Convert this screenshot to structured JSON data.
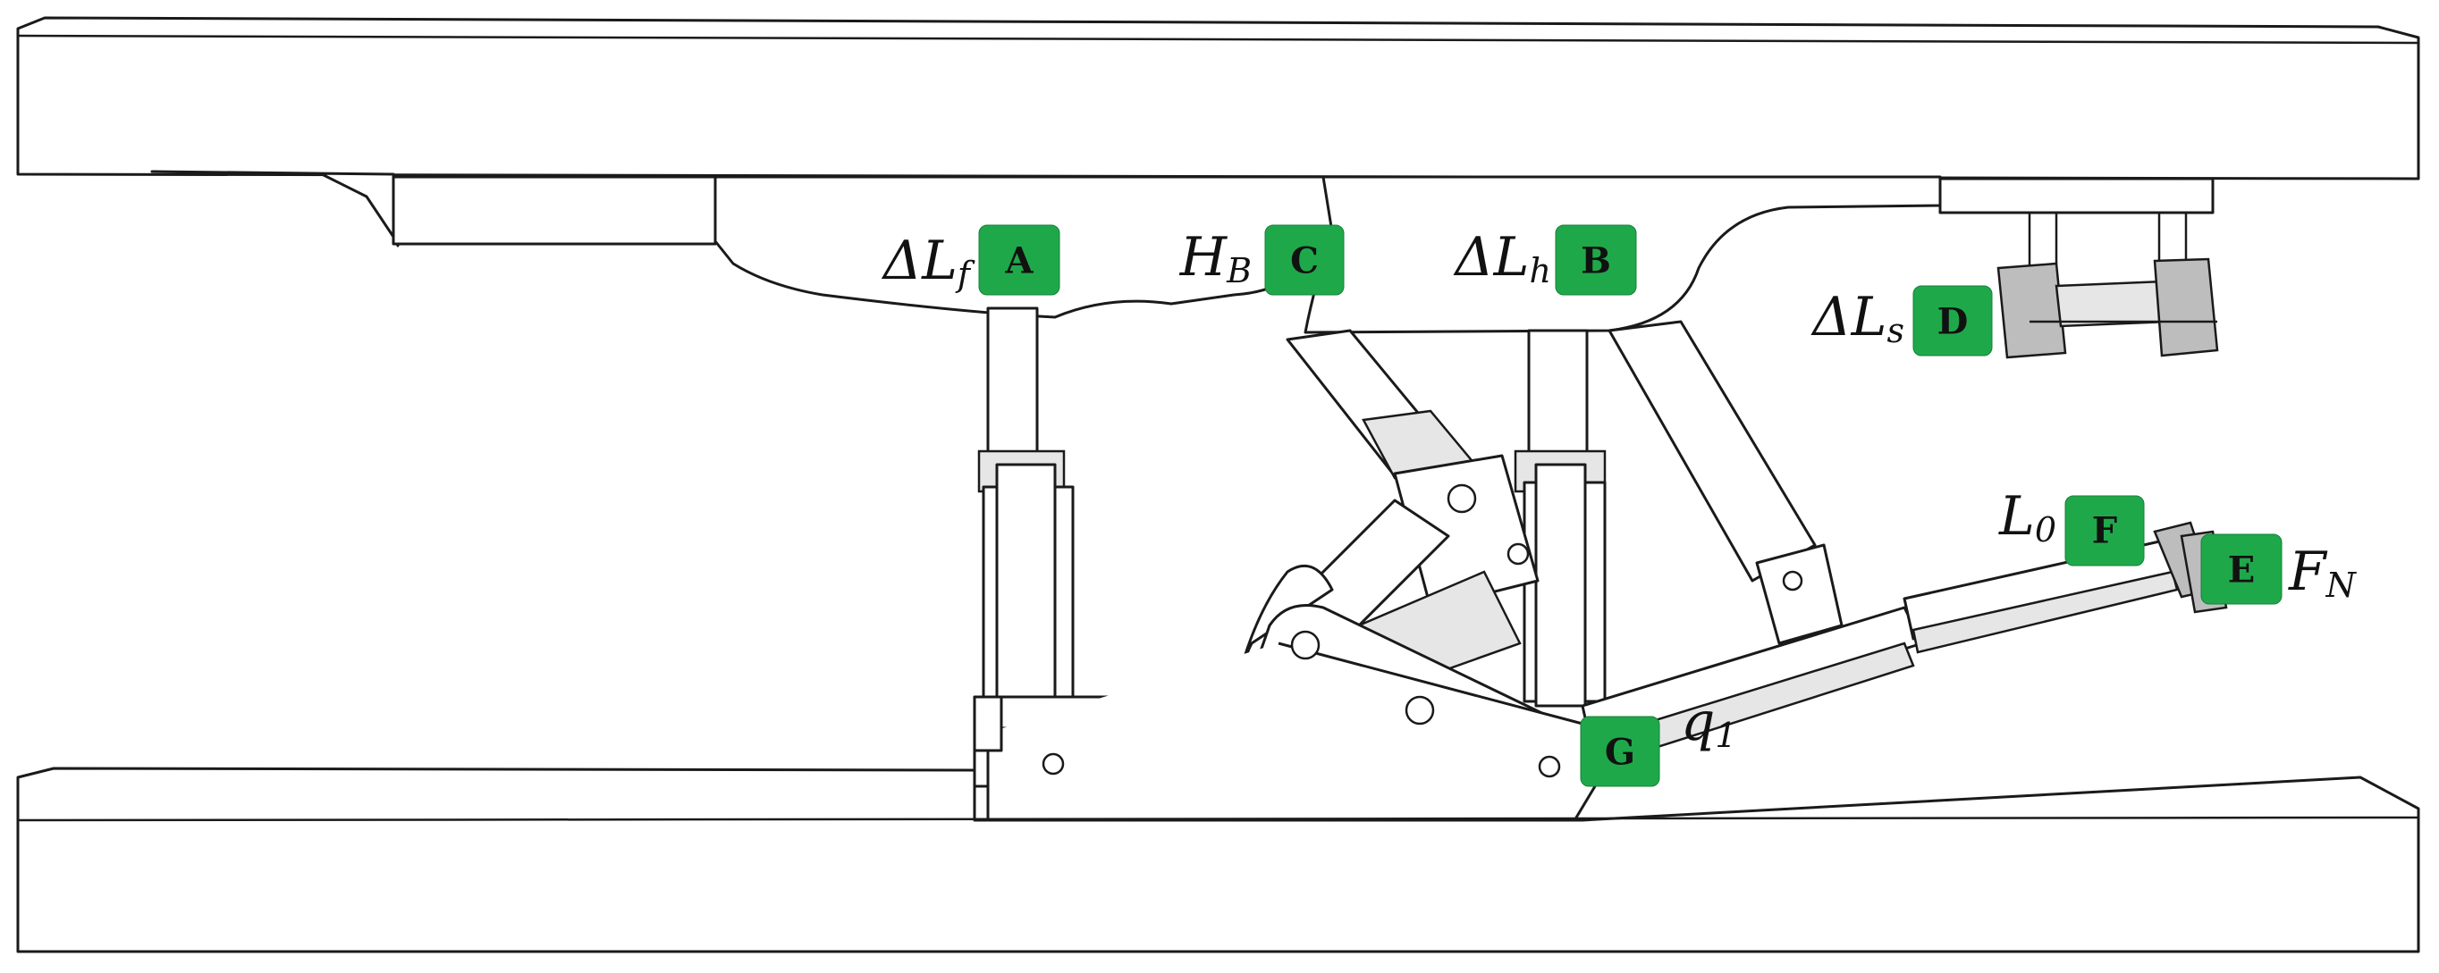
{
  "labels": {
    "A": {
      "badge": "A",
      "var": "ΔL",
      "sub": "f"
    },
    "B": {
      "badge": "B",
      "var": "ΔL",
      "sub": "h"
    },
    "C": {
      "badge": "C",
      "var": "H",
      "sub": "B"
    },
    "D": {
      "badge": "D",
      "var": "ΔL",
      "sub": "s"
    },
    "E": {
      "badge": "E",
      "var": "F",
      "sub": "N"
    },
    "F": {
      "badge": "F",
      "var": "L",
      "sub": "0"
    },
    "G": {
      "badge": "G",
      "var": "q",
      "sub": "1"
    }
  },
  "colors": {
    "badge_fill": "#1fa84a",
    "line": "#1a1a1a",
    "part_fill": "#ffffff"
  }
}
